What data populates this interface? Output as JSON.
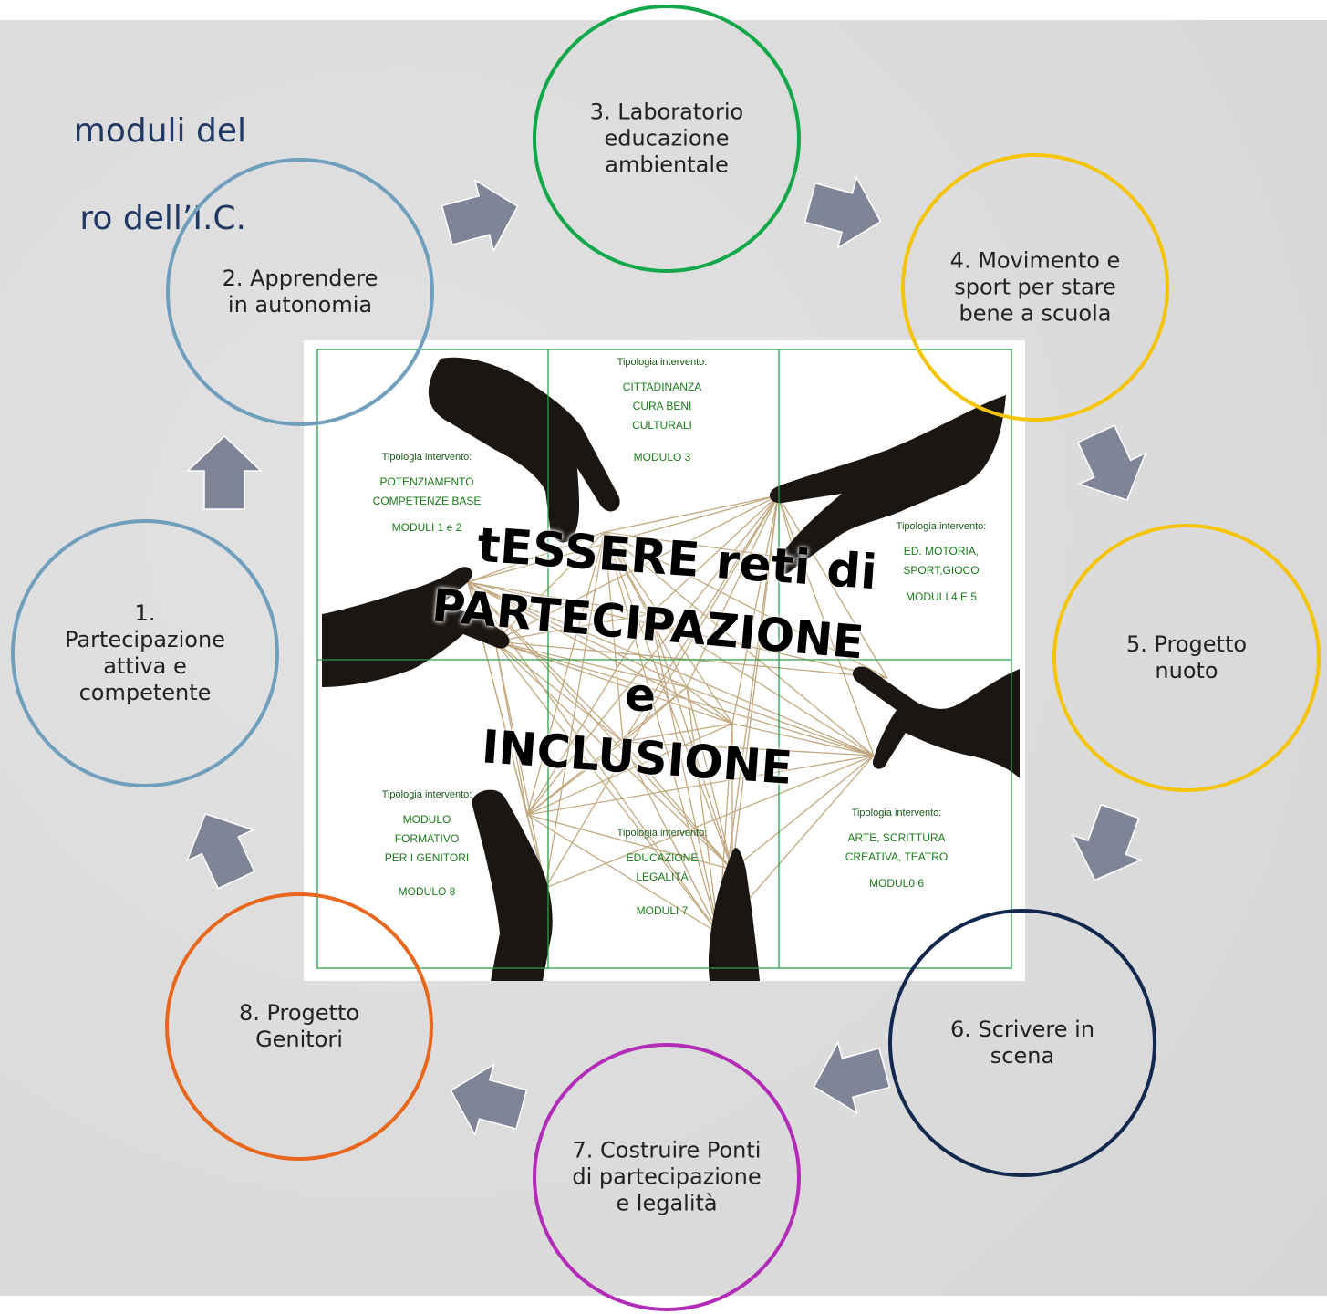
{
  "slide": {
    "title_lines": [
      "moduli del",
      "ro dell’I.C."
    ]
  },
  "modules": [
    {
      "id": 1,
      "label": "1. Partecipazione attiva e competente",
      "color": "#6f9fbd"
    },
    {
      "id": 2,
      "label": "2. Apprendere in autonomia",
      "color": "#6f9fbd"
    },
    {
      "id": 3,
      "label": "3. Laboratorio educazione ambientale",
      "color": "#12a84a"
    },
    {
      "id": 4,
      "label": "4. Movimento e sport per stare bene a scuola",
      "color": "#f5c400"
    },
    {
      "id": 5,
      "label": "5. Progetto nuoto",
      "color": "#f5c400"
    },
    {
      "id": 6,
      "label": "6. Scrivere in scena",
      "color": "#13284f"
    },
    {
      "id": 7,
      "label": "7. Costruire Ponti di partecipazione e legalità",
      "color": "#b22cb8"
    },
    {
      "id": 8,
      "label": "8. Progetto Genitori",
      "color": "#e8671d"
    }
  ],
  "arrow_color": "#7f8497",
  "poster": {
    "headline_1": "tESSERE reti di",
    "headline_2": "PARTECIPAZIONE",
    "headline_3": "e",
    "headline_4": "INCLUSIONE",
    "grid_color": "#2e9a4a",
    "cells": {
      "top_left": {
        "tip": "Tipologia intervento:",
        "lines": [
          "POTENZIAMENTO",
          "COMPETENZE BASE"
        ],
        "module": "MODULI 1 e 2"
      },
      "top_middle": {
        "tip": "Tipologia intervento:",
        "lines": [
          "CITTADINANZA",
          "CURA BENI",
          "CULTURALI"
        ],
        "module": "MODULO 3"
      },
      "top_right": {
        "tip": "Tipologia intervento:",
        "lines": [
          "ED. MOTORIA,",
          "SPORT,GIOCO"
        ],
        "module": "MODULI 4 E 5"
      },
      "bottom_left": {
        "tip": "Tipologia intervento:",
        "lines": [
          "MODULO",
          "FORMATIVO",
          "PER I GENITORI"
        ],
        "module": "MODULO 8"
      },
      "bottom_middle": {
        "tip": "Tipologia intervento:",
        "lines": [
          "EDUCAZIONE",
          "LEGALITÀ"
        ],
        "module": "MODULI 7"
      },
      "bottom_right": {
        "tip": "Tipologia intervento:",
        "lines": [
          "ARTE, SCRITTURA",
          "CREATIVA, TEATRO"
        ],
        "module": "MODUL0 6"
      }
    }
  }
}
